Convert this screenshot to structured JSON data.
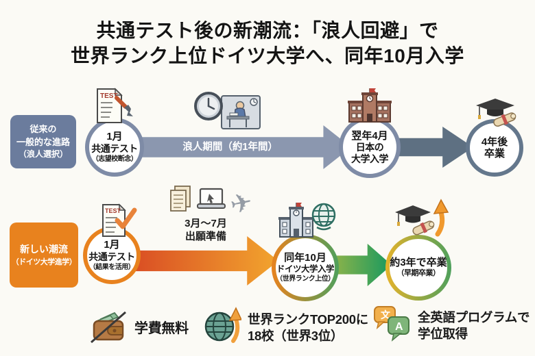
{
  "title": {
    "line1": "共通テスト後の新潮流：「浪人回避」で",
    "line2": "世界ランク上位ドイツ大学へ、同年10月入学"
  },
  "traditional": {
    "label_line1": "従来の",
    "label_line2": "一般的な進路",
    "label_line3": "（浪人選択）",
    "step1": {
      "l1": "1月",
      "l2": "共通テスト",
      "l3": "（志望校断念）"
    },
    "arrow1_label": "浪人期間（約1年間）",
    "step2": {
      "l1": "翌年4月",
      "l2": "日本の",
      "l3": "大学入学"
    },
    "step3": {
      "l1": "4年後",
      "l2": "卒業"
    }
  },
  "new_path": {
    "label_line1": "新しい潮流",
    "label_line2": "（ドイツ大学進学）",
    "step1": {
      "l1": "1月",
      "l2": "共通テスト",
      "l3": "（結果を活用）"
    },
    "prep_line1": "3月～7月",
    "prep_line2": "出願準備",
    "step2": {
      "l1": "同年10月",
      "l2": "ドイツ大学入学",
      "l3": "（世界ランク上位）"
    },
    "step3": {
      "l1": "約3年で卒業",
      "l2": "（早期卒業）"
    }
  },
  "benefits": [
    {
      "line1": "学費無料",
      "line2": ""
    },
    {
      "line1": "世界ランクTOP200に",
      "line2": "18校（世界3位）"
    },
    {
      "line1": "全英語プログラムで",
      "line2": "学位取得"
    }
  ],
  "icons": {
    "test_label": "TEST",
    "test_label2": "TEST",
    "bubble_ja": "文",
    "bubble_en": "A",
    "plane_glyph": "✈"
  },
  "colors": {
    "background": "#fbfaf5",
    "traditional_label": "#6b7c9d",
    "traditional_arrow": "#8b97af",
    "traditional_arrow_dark": "#5e7082",
    "new_label_orange": "#e8821e",
    "arrow_orange_start": "#da4f24",
    "arrow_orange_end": "#f2a52e",
    "arrow_green_end": "#17995f",
    "circle_yellow": "#e6b32b",
    "circle_green": "#4ea05c"
  }
}
